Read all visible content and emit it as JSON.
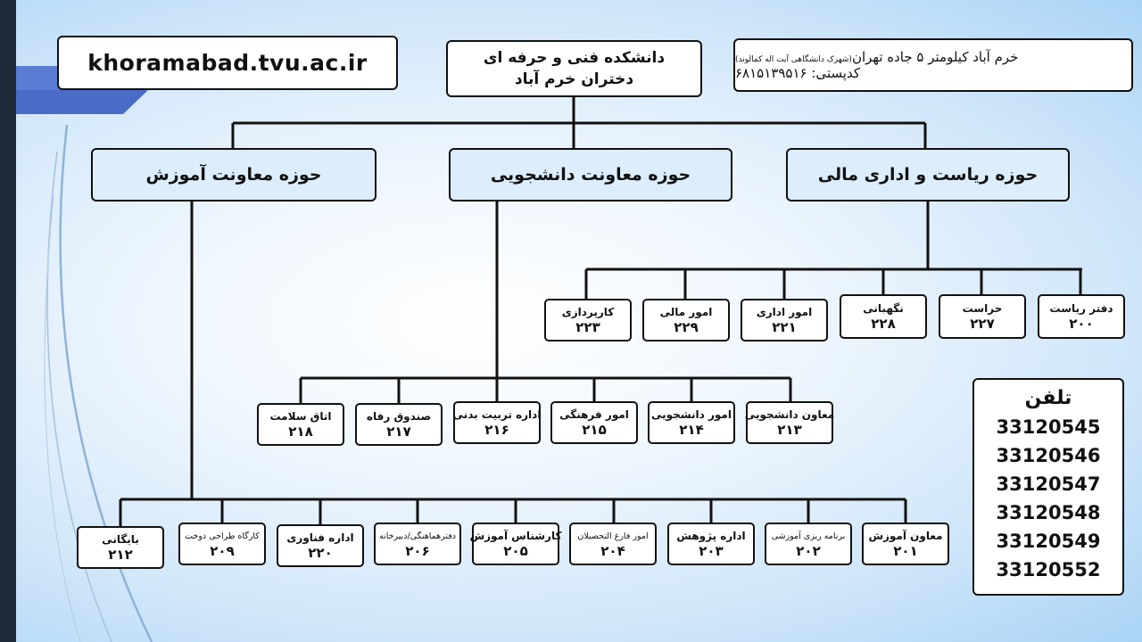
{
  "header": {
    "website": "khoramabad.tvu.ac.ir",
    "title_line1": "دانشکده فنی و حرفه ای",
    "title_line2": "دختران خرم آباد",
    "address_line1": "خرم آباد کیلومتر ۵ جاده تهران",
    "address_note": "(شهرک دانشگاهی آیت اله کمالوند)",
    "postal_code": "کدپستی: ۶۸۱۵۱۳۹۵۱۶"
  },
  "sections": {
    "presidency": "حوزه ریاست و اداری مالی",
    "students": "حوزه معاونت دانشجویی",
    "education": "حوزه معاونت آموزش"
  },
  "presidency_units": [
    {
      "name": "دفتر ریاست",
      "ext": "۲۰۰"
    },
    {
      "name": "حراست",
      "ext": "۲۲۷"
    },
    {
      "name": "نگهبانی",
      "ext": "۲۲۸"
    },
    {
      "name": "امور اداری",
      "ext": "۲۲۱"
    },
    {
      "name": "امور مالی",
      "ext": "۲۲۹"
    },
    {
      "name": "کارپردازی",
      "ext": "۲۲۳"
    }
  ],
  "student_units": [
    {
      "name": "معاون دانشجویی",
      "ext": "۲۱۳"
    },
    {
      "name": "امور دانشجویی",
      "ext": "۲۱۴"
    },
    {
      "name": "امور فرهنگی",
      "ext": "۲۱۵"
    },
    {
      "name": "اداره تربیت بدنی",
      "ext": "۲۱۶"
    },
    {
      "name": "صندوق رفاه",
      "ext": "۲۱۷"
    },
    {
      "name": "اتاق سلامت",
      "ext": "۲۱۸"
    }
  ],
  "education_units": [
    {
      "name": "معاون آموزش",
      "ext": "۲۰۱"
    },
    {
      "name": "برنامه ریزی آموزشی",
      "ext": "۲۰۲"
    },
    {
      "name": "اداره پژوهش",
      "ext": "۲۰۳"
    },
    {
      "name": "امور فارغ التحصیلان",
      "ext": "۲۰۴"
    },
    {
      "name": "کارشناس آموزش",
      "ext": "۲۰۵"
    },
    {
      "name": "دفترهماهنگی/دبیرخانه",
      "ext": "۲۰۶"
    },
    {
      "name": "اداره فناوری",
      "ext": "۲۲۰"
    },
    {
      "name": "کارگاه طراحی دوخت",
      "ext": "۲۰۹"
    },
    {
      "name": "بایگانی",
      "ext": "۲۱۲"
    }
  ],
  "phone": {
    "label": "تلفن",
    "numbers": [
      "33120545",
      "33120546",
      "33120547",
      "33120548",
      "33120549",
      "33120552"
    ]
  },
  "colors": {
    "box_fill": "#dcedfb",
    "border": "#111111",
    "sidebar": "#1f2937",
    "accent_blue": "#4a6cc8"
  }
}
